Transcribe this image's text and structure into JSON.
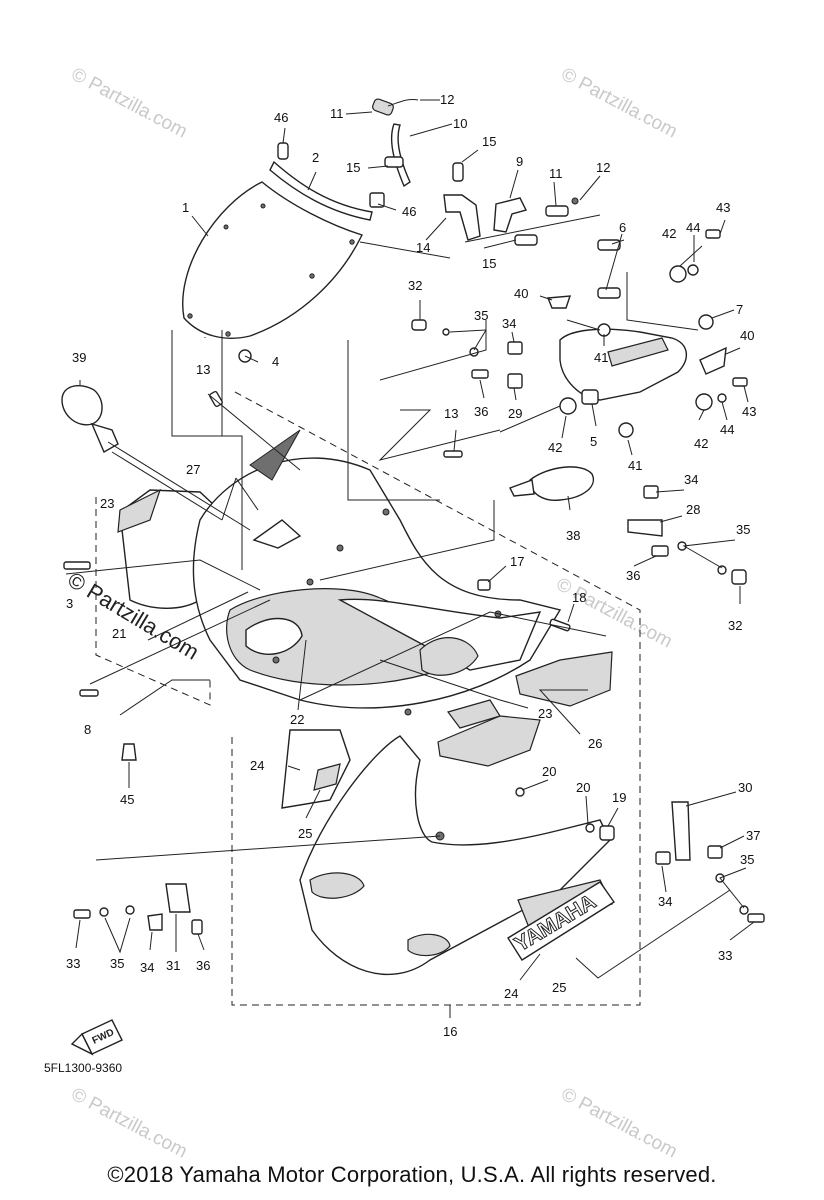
{
  "callouts": {
    "c1": "1",
    "c2": "2",
    "c3": "3",
    "c4": "4",
    "c5": "5",
    "c6": "6",
    "c7": "7",
    "c8": "8",
    "c9": "9",
    "c10": "10",
    "c11a": "11",
    "c11b": "11",
    "c12a": "12",
    "c12b": "12",
    "c13a": "13",
    "c13b": "13",
    "c14": "14",
    "c15a": "15",
    "c15b": "15",
    "c15c": "15",
    "c16": "16",
    "c17": "17",
    "c18": "18",
    "c19": "19",
    "c20a": "20",
    "c20b": "20",
    "c21": "21",
    "c22": "22",
    "c23a": "23",
    "c23b": "23",
    "c24a": "24",
    "c24b": "24",
    "c25a": "25",
    "c25b": "25",
    "c26": "26",
    "c27": "27",
    "c28": "28",
    "c29": "29",
    "c30": "30",
    "c31": "31",
    "c32a": "32",
    "c32b": "32",
    "c33a": "33",
    "c33b": "33",
    "c34a": "34",
    "c34b": "34",
    "c34c": "34",
    "c34d": "34",
    "c35a": "35",
    "c35b": "35",
    "c35c": "35",
    "c35d": "35",
    "c36a": "36",
    "c36b": "36",
    "c36c": "36",
    "c37": "37",
    "c38": "38",
    "c39": "39",
    "c40a": "40",
    "c40b": "40",
    "c41a": "41",
    "c41b": "41",
    "c42a": "42",
    "c42b": "42",
    "c42c": "42",
    "c43a": "43",
    "c43b": "43",
    "c44a": "44",
    "c44b": "44",
    "c45": "45",
    "c46a": "46",
    "c46b": "46"
  },
  "decals": {
    "yamaha": "YAMAHA",
    "fwd": "FWD"
  },
  "catalog_code": "5FL1300-9360",
  "watermarks": {
    "primary": "© Partzilla.com",
    "faint": "© Partzilla.com"
  },
  "copyright": "©2018  Yamaha Motor Corporation, U.S.A. All rights reserved."
}
